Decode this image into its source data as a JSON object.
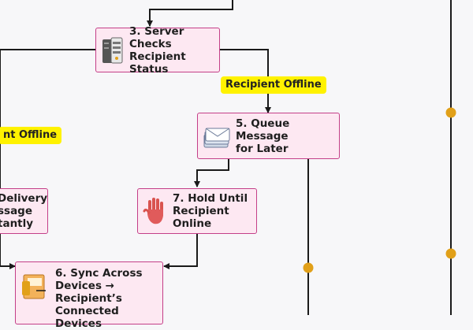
{
  "steps": {
    "server_check": {
      "label": "3. Server Checks\nRecipient Status"
    },
    "queue_message": {
      "label": "5. Queue Message\nfor Later"
    },
    "deliver_instantly": {
      "label": "Delivery\nssage\ntantly"
    },
    "hold_until_online": {
      "label": "7. Hold Until\nRecipient\nOnline"
    },
    "sync_devices": {
      "label": "6. Sync Across\nDevices →\nRecipient’s\nConnected Devices"
    }
  },
  "conditions": {
    "recipient_offline_right": "Recipient Offline",
    "recipient_offline_left": "nt Offline"
  },
  "colors": {
    "node_fill": "#fde8f2",
    "node_border": "#c43f88",
    "condition_fill": "#fff200",
    "connector": "#1a1a1a",
    "timeline_dot": "#e1a019"
  }
}
